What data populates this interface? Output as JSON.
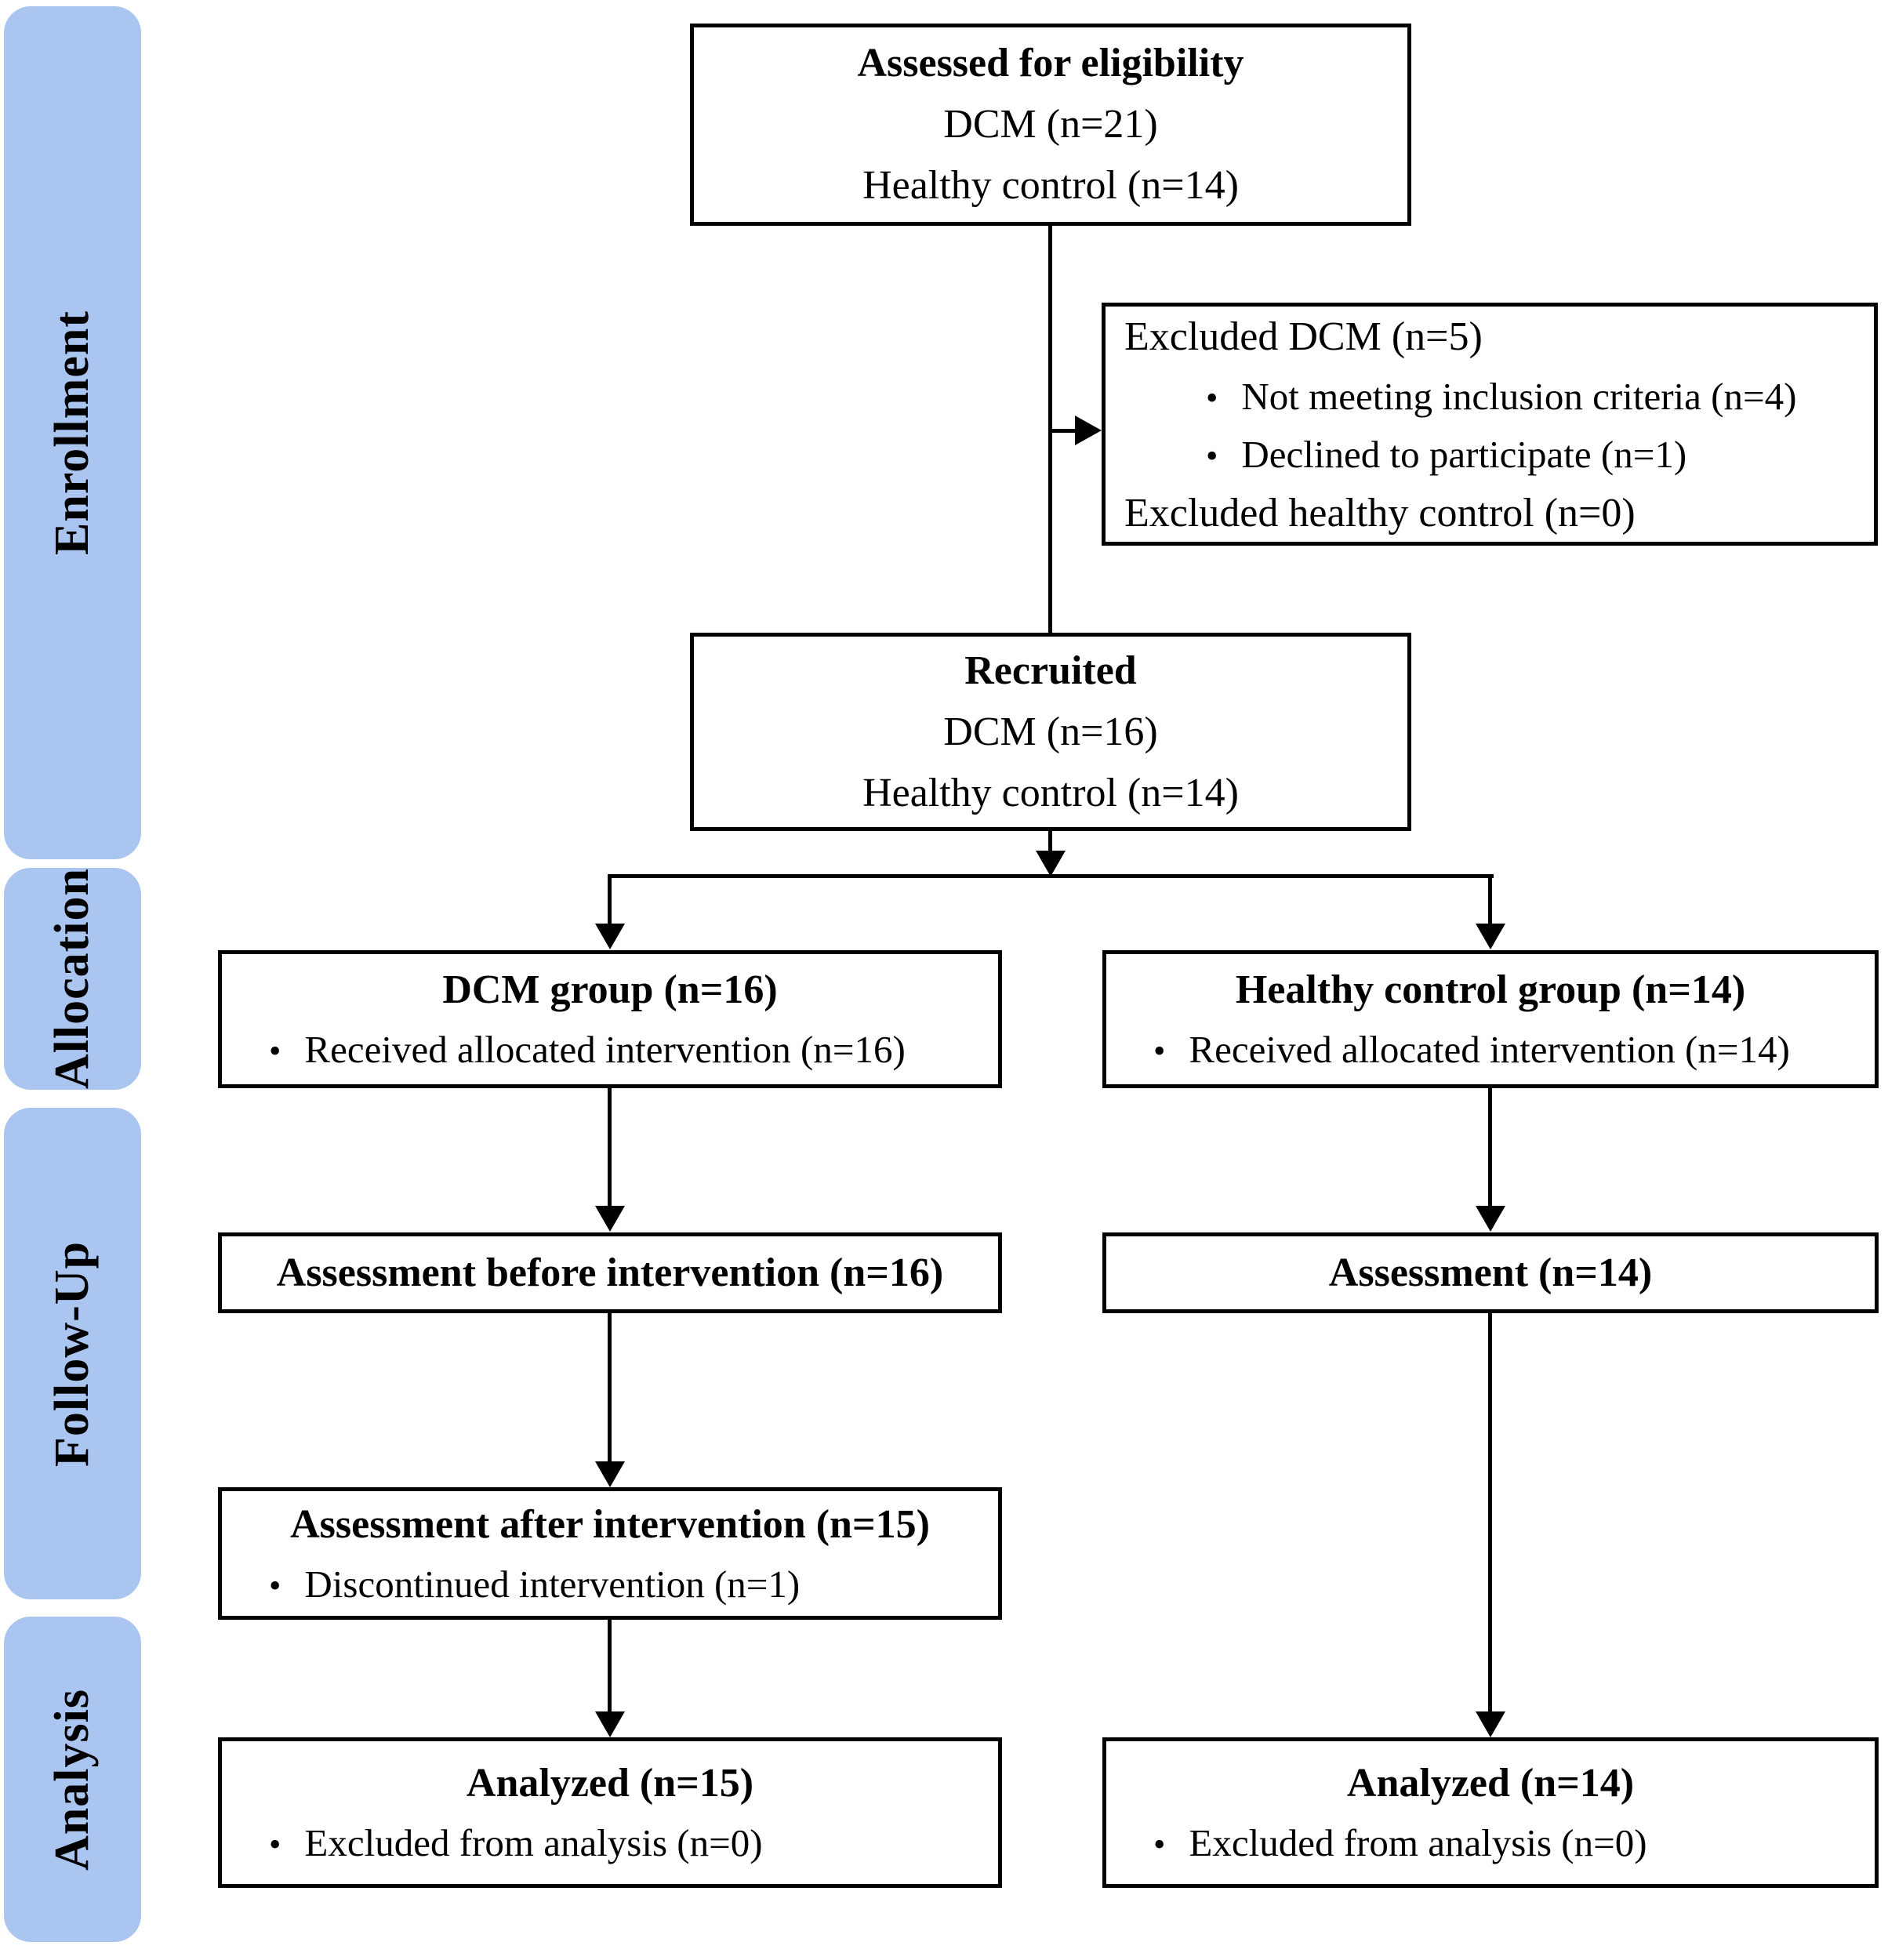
{
  "diagram": {
    "type": "consort-flow-diagram",
    "phases": [
      {
        "label": "Enrollment"
      },
      {
        "label": "Allocation"
      },
      {
        "label": "Follow-Up"
      },
      {
        "label": "Analysis"
      }
    ],
    "boxes": {
      "assessed": {
        "title": "Assessed for eligibility",
        "lines": [
          "DCM (n=21)",
          "Healthy control (n=14)"
        ]
      },
      "excluded": {
        "intro": "Excluded DCM (n=5)",
        "bullets": [
          "Not meeting inclusion criteria (n=4)",
          "Declined to participate (n=1)"
        ],
        "outro": "Excluded healthy control (n=0)"
      },
      "recruited": {
        "title": "Recruited",
        "lines": [
          "DCM (n=16)",
          "Healthy control (n=14)"
        ]
      },
      "dcm_group": {
        "title": "DCM group (n=16)",
        "bullets": [
          "Received allocated intervention (n=16)"
        ]
      },
      "healthy_group": {
        "title": "Healthy control group (n=14)",
        "bullets": [
          "Received allocated intervention (n=14)"
        ]
      },
      "assessment_before": {
        "title": "Assessment before intervention (n=16)"
      },
      "assessment_healthy": {
        "title": "Assessment (n=14)"
      },
      "assessment_after": {
        "title": "Assessment after intervention (n=15)",
        "bullets": [
          "Discontinued intervention (n=1)"
        ]
      },
      "analyzed_dcm": {
        "title": "Analyzed (n=15)",
        "bullets": [
          "Excluded from analysis (n=0)"
        ]
      },
      "analyzed_healthy": {
        "title": "Analyzed (n=14)",
        "bullets": [
          "Excluded from analysis (n=0)"
        ]
      }
    },
    "colors": {
      "phase_fill": "#aac5f0",
      "box_border": "#000000",
      "text": "#000000",
      "background": "#ffffff"
    }
  }
}
